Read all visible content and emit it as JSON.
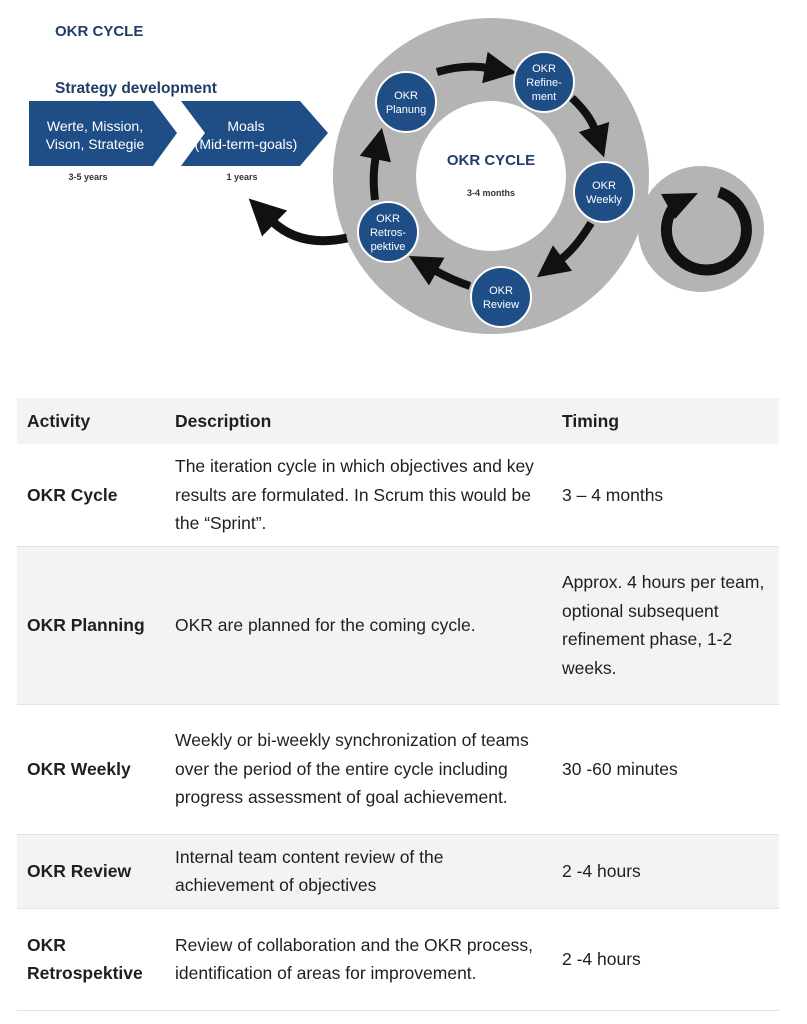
{
  "diagram": {
    "title": "OKR CYCLE",
    "strategy_heading": "Strategy development",
    "arrow_1": {
      "line1": "Werte, Mission,",
      "line2": "Vison, Strategie",
      "timing": "3-5 years"
    },
    "arrow_2": {
      "line1": "Moals",
      "line2": "(Mid-term-goals)",
      "timing": "1 years"
    },
    "cycle_center": {
      "title": "OKR CYCLE",
      "subtitle": "3-4 months"
    },
    "nodes": {
      "planung": [
        "OKR",
        "Planung"
      ],
      "refinement": [
        "OKR",
        "Refine-",
        "ment"
      ],
      "weekly": [
        "OKR",
        "Weekly"
      ],
      "review": [
        "OKR",
        "Review"
      ],
      "retrospektive": [
        "OKR",
        "Retros-",
        "pektive"
      ]
    },
    "colors": {
      "navy": "#1f4e86",
      "ring": "#b4b4b4",
      "arrow": "#111111"
    }
  },
  "table": {
    "headers": {
      "activity": "Activity",
      "description": "Description",
      "timing": "Timing"
    },
    "rows": [
      {
        "activity": "OKR Cycle",
        "description": "The iteration cycle in which objectives and key results are formulated. In Scrum this would be the “Sprint”.",
        "timing": "3 – 4 months"
      },
      {
        "activity": "OKR Planning",
        "description": "OKR are planned for the coming cycle.",
        "timing": "Approx. 4 hours per team, optional subsequent refinement phase, 1-2 weeks."
      },
      {
        "activity": "OKR Weekly",
        "description": "Weekly or bi-weekly synchronization of teams over the period of the entire cycle including progress assessment of goal achievement.",
        "timing": "30 -60 minutes"
      },
      {
        "activity": "OKR Review",
        "description": "Internal team content review of the achievement of objectives",
        "timing": "2 -4 hours"
      },
      {
        "activity": "OKR Retrospektive",
        "description": "Review of collaboration and the OKR process, identification of areas for improvement.",
        "timing": "2 -4 hours"
      }
    ]
  }
}
